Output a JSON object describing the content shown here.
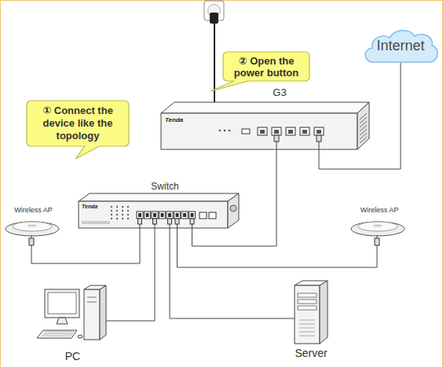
{
  "diagram": {
    "nodes": [
      {
        "text": [
          "Internet"
        ]
      },
      {
        "text": [
          "② Open the power button"
        ]
      },
      {
        "text": [
          "① Connect the device like the topology"
        ]
      },
      {
        "text": [
          "G3",
          "Tenda"
        ]
      },
      {
        "text": [
          "Switch",
          "Tenda"
        ]
      },
      {
        "text": [
          "Wireless AP"
        ]
      },
      {
        "text": [
          "Wireless AP"
        ]
      },
      {
        "text": [
          "PC"
        ]
      },
      {
        "text": [
          "Server"
        ]
      }
    ],
    "edges": [
      {
        "from": 3,
        "to": 0,
        "arrow": "none"
      },
      {
        "from": 4,
        "to": 3,
        "arrow": "none"
      },
      {
        "from": 4,
        "to": 5,
        "arrow": "none"
      },
      {
        "from": 4,
        "to": 6,
        "arrow": "none"
      },
      {
        "from": 4,
        "to": 7,
        "arrow": "none"
      },
      {
        "from": 4,
        "to": 8,
        "arrow": "none"
      }
    ]
  }
}
